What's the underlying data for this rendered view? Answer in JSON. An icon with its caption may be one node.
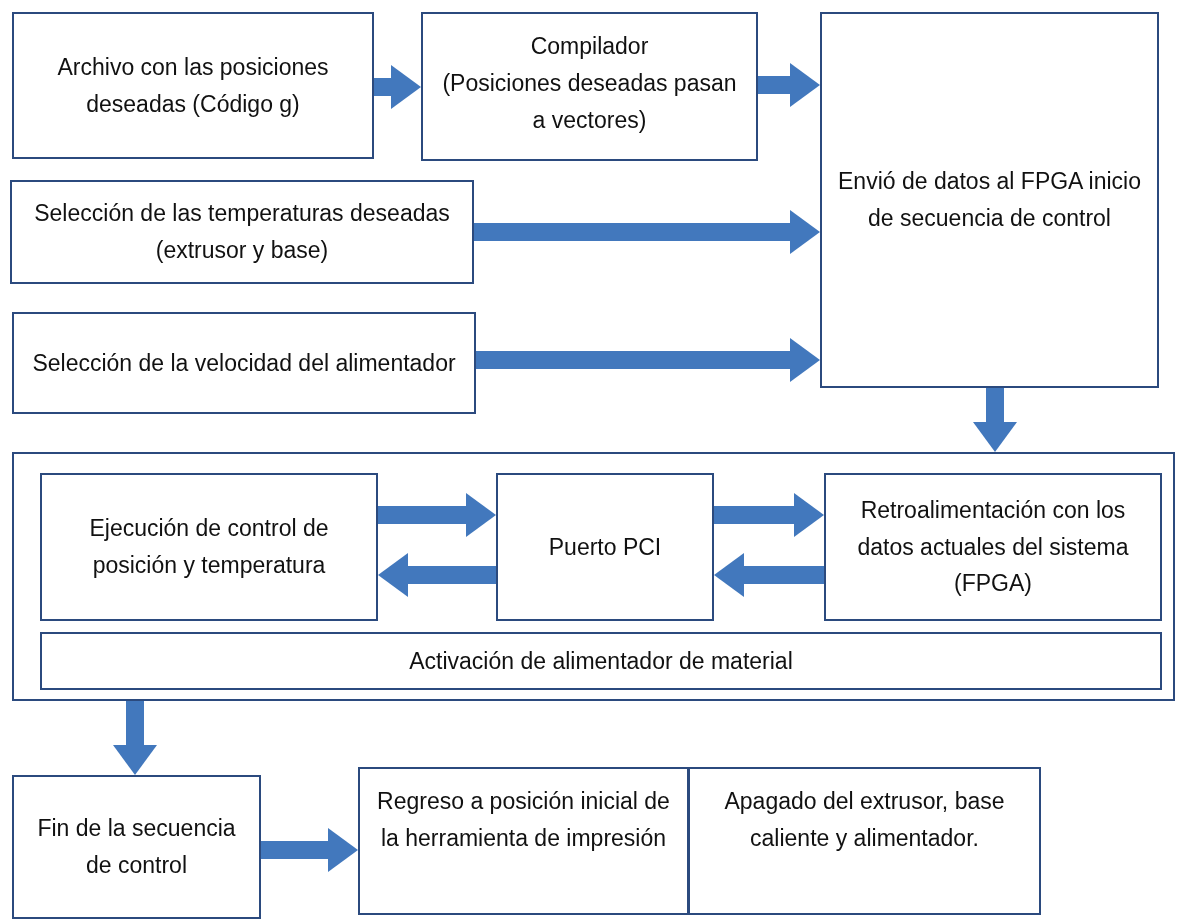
{
  "diagram": {
    "nodes": [
      {
        "text": [
          "Archivo con las posiciones deseadas (Código g)"
        ]
      },
      {
        "text": [
          "Compilador",
          "(Posiciones deseadas pasan a vectores)"
        ]
      },
      {
        "text": [
          "Envió de datos al FPGA inicio de secuencia de control"
        ]
      },
      {
        "text": [
          "Selección de las temperaturas deseadas (extrusor y base)"
        ]
      },
      {
        "text": [
          "Selección de la velocidad del alimentador"
        ]
      },
      {
        "text": [],
        "shape": "box"
      },
      {
        "text": [
          "Ejecución de control de posición y temperatura"
        ],
        "in": 5
      },
      {
        "text": [
          "Puerto PCI"
        ],
        "in": 5
      },
      {
        "text": [
          "Retroalimentación con los datos actuales del sistema (FPGA)"
        ],
        "in": 5
      },
      {
        "text": [
          "Activación de alimentador de material"
        ],
        "in": 5
      },
      {
        "text": [
          "Fin de la secuencia de control"
        ]
      },
      {
        "text": [
          "Regreso a posición inicial de la herramienta de impresión"
        ]
      },
      {
        "text": [
          "Apagado del extrusor, base caliente y alimentador."
        ]
      }
    ],
    "edges": [
      {
        "from": 0,
        "to": 1,
        "arrow": "to"
      },
      {
        "from": 1,
        "to": 2,
        "arrow": "to"
      },
      {
        "from": 3,
        "to": 2,
        "arrow": "to"
      },
      {
        "from": 4,
        "to": 2,
        "arrow": "to"
      },
      {
        "from": 2,
        "to": 5,
        "arrow": "to"
      },
      {
        "from": 6,
        "to": 7,
        "arrow": "to"
      },
      {
        "from": 7,
        "to": 6,
        "arrow": "to"
      },
      {
        "from": 7,
        "to": 8,
        "arrow": "to"
      },
      {
        "from": 8,
        "to": 7,
        "arrow": "to"
      },
      {
        "from": 5,
        "to": 10,
        "arrow": "to"
      },
      {
        "from": 10,
        "to": 11,
        "arrow": "to"
      }
    ]
  }
}
